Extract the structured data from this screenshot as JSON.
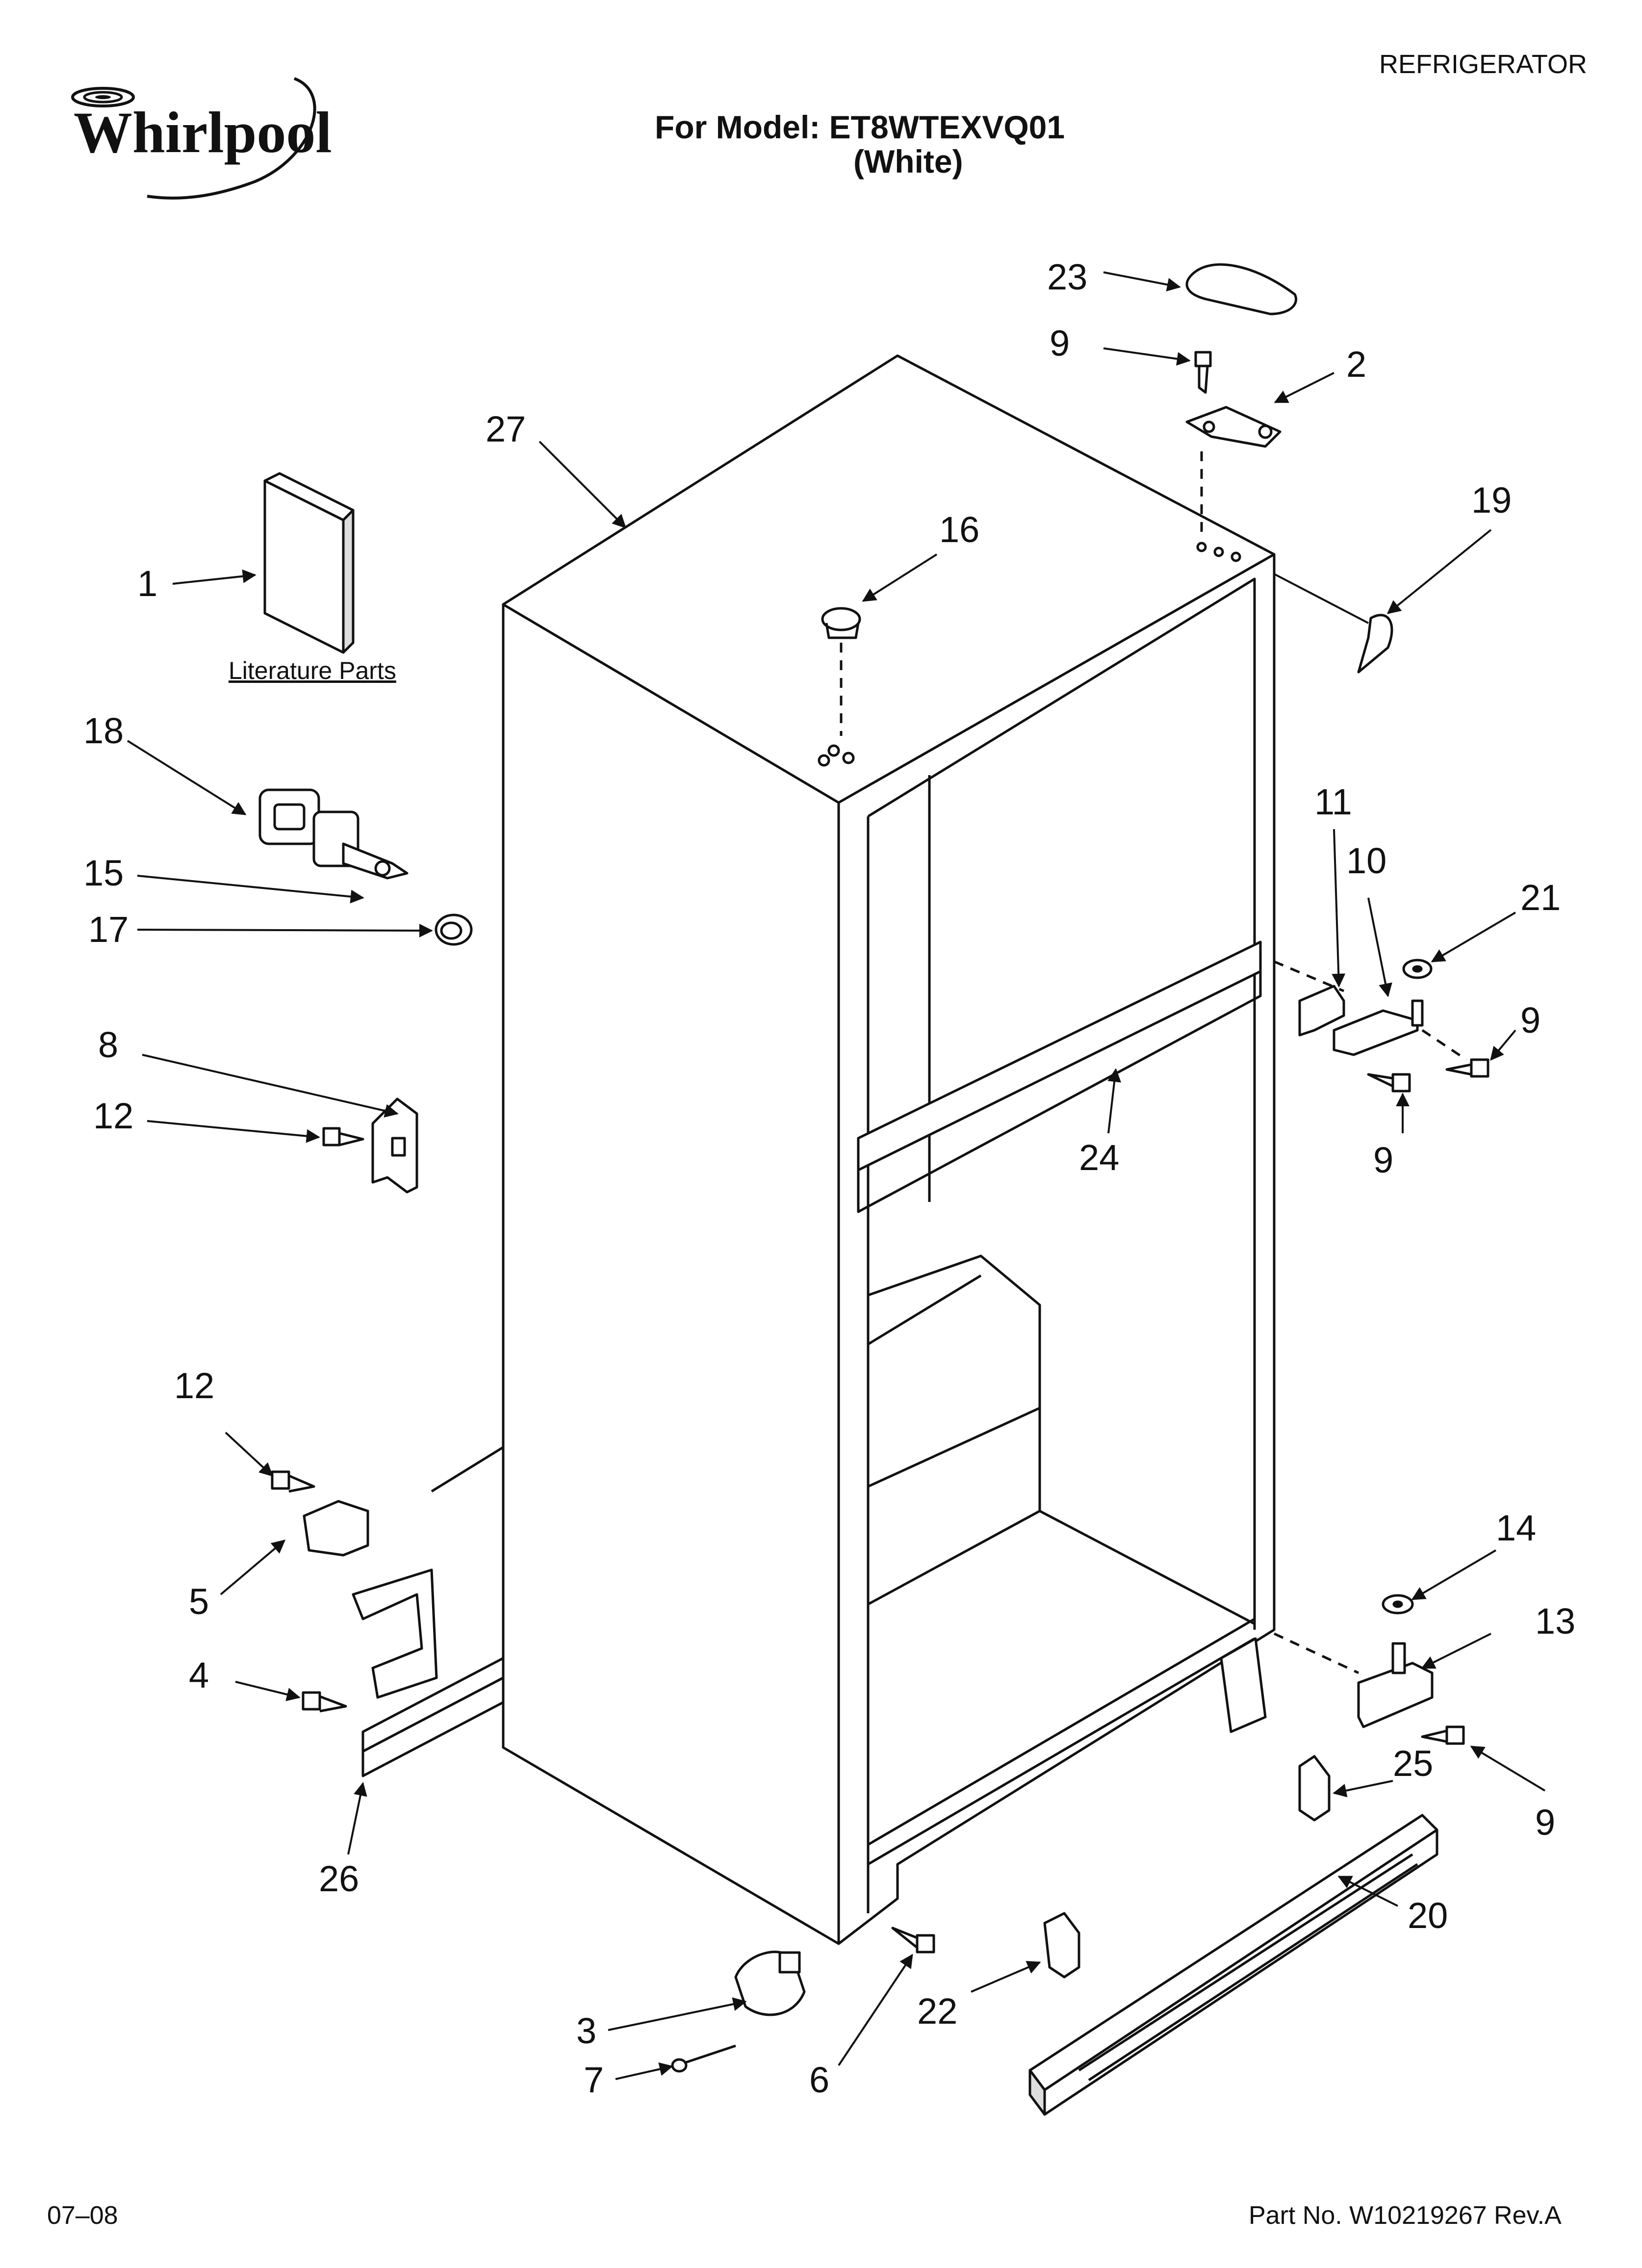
{
  "header": {
    "brand": "Whirlpool",
    "category": "REFRIGERATOR",
    "model_line": "For Model: ET8WTEXVQ01",
    "color_line": "(White)"
  },
  "literature_label": "Literature Parts",
  "callouts": [
    {
      "id": "c1",
      "label": "1"
    },
    {
      "id": "c2",
      "label": "2"
    },
    {
      "id": "c3",
      "label": "3"
    },
    {
      "id": "c4",
      "label": "4"
    },
    {
      "id": "c5",
      "label": "5"
    },
    {
      "id": "c6",
      "label": "6"
    },
    {
      "id": "c7",
      "label": "7"
    },
    {
      "id": "c8",
      "label": "8"
    },
    {
      "id": "c9a",
      "label": "9"
    },
    {
      "id": "c9b",
      "label": "9"
    },
    {
      "id": "c9c",
      "label": "9"
    },
    {
      "id": "c9d",
      "label": "9"
    },
    {
      "id": "c10",
      "label": "10"
    },
    {
      "id": "c11",
      "label": "11"
    },
    {
      "id": "c12a",
      "label": "12"
    },
    {
      "id": "c12b",
      "label": "12"
    },
    {
      "id": "c13",
      "label": "13"
    },
    {
      "id": "c14",
      "label": "14"
    },
    {
      "id": "c15",
      "label": "15"
    },
    {
      "id": "c16",
      "label": "16"
    },
    {
      "id": "c17",
      "label": "17"
    },
    {
      "id": "c18",
      "label": "18"
    },
    {
      "id": "c19",
      "label": "19"
    },
    {
      "id": "c20",
      "label": "20"
    },
    {
      "id": "c21",
      "label": "21"
    },
    {
      "id": "c22",
      "label": "22"
    },
    {
      "id": "c23",
      "label": "23"
    },
    {
      "id": "c24",
      "label": "24"
    },
    {
      "id": "c25",
      "label": "25"
    },
    {
      "id": "c26",
      "label": "26"
    },
    {
      "id": "c27",
      "label": "27"
    }
  ],
  "footer": {
    "date": "07–08",
    "part_number": "Part No. W10219267 Rev.A"
  },
  "colors": {
    "ink": "#111111",
    "paper": "#ffffff",
    "shade": "#e9e9e9"
  }
}
